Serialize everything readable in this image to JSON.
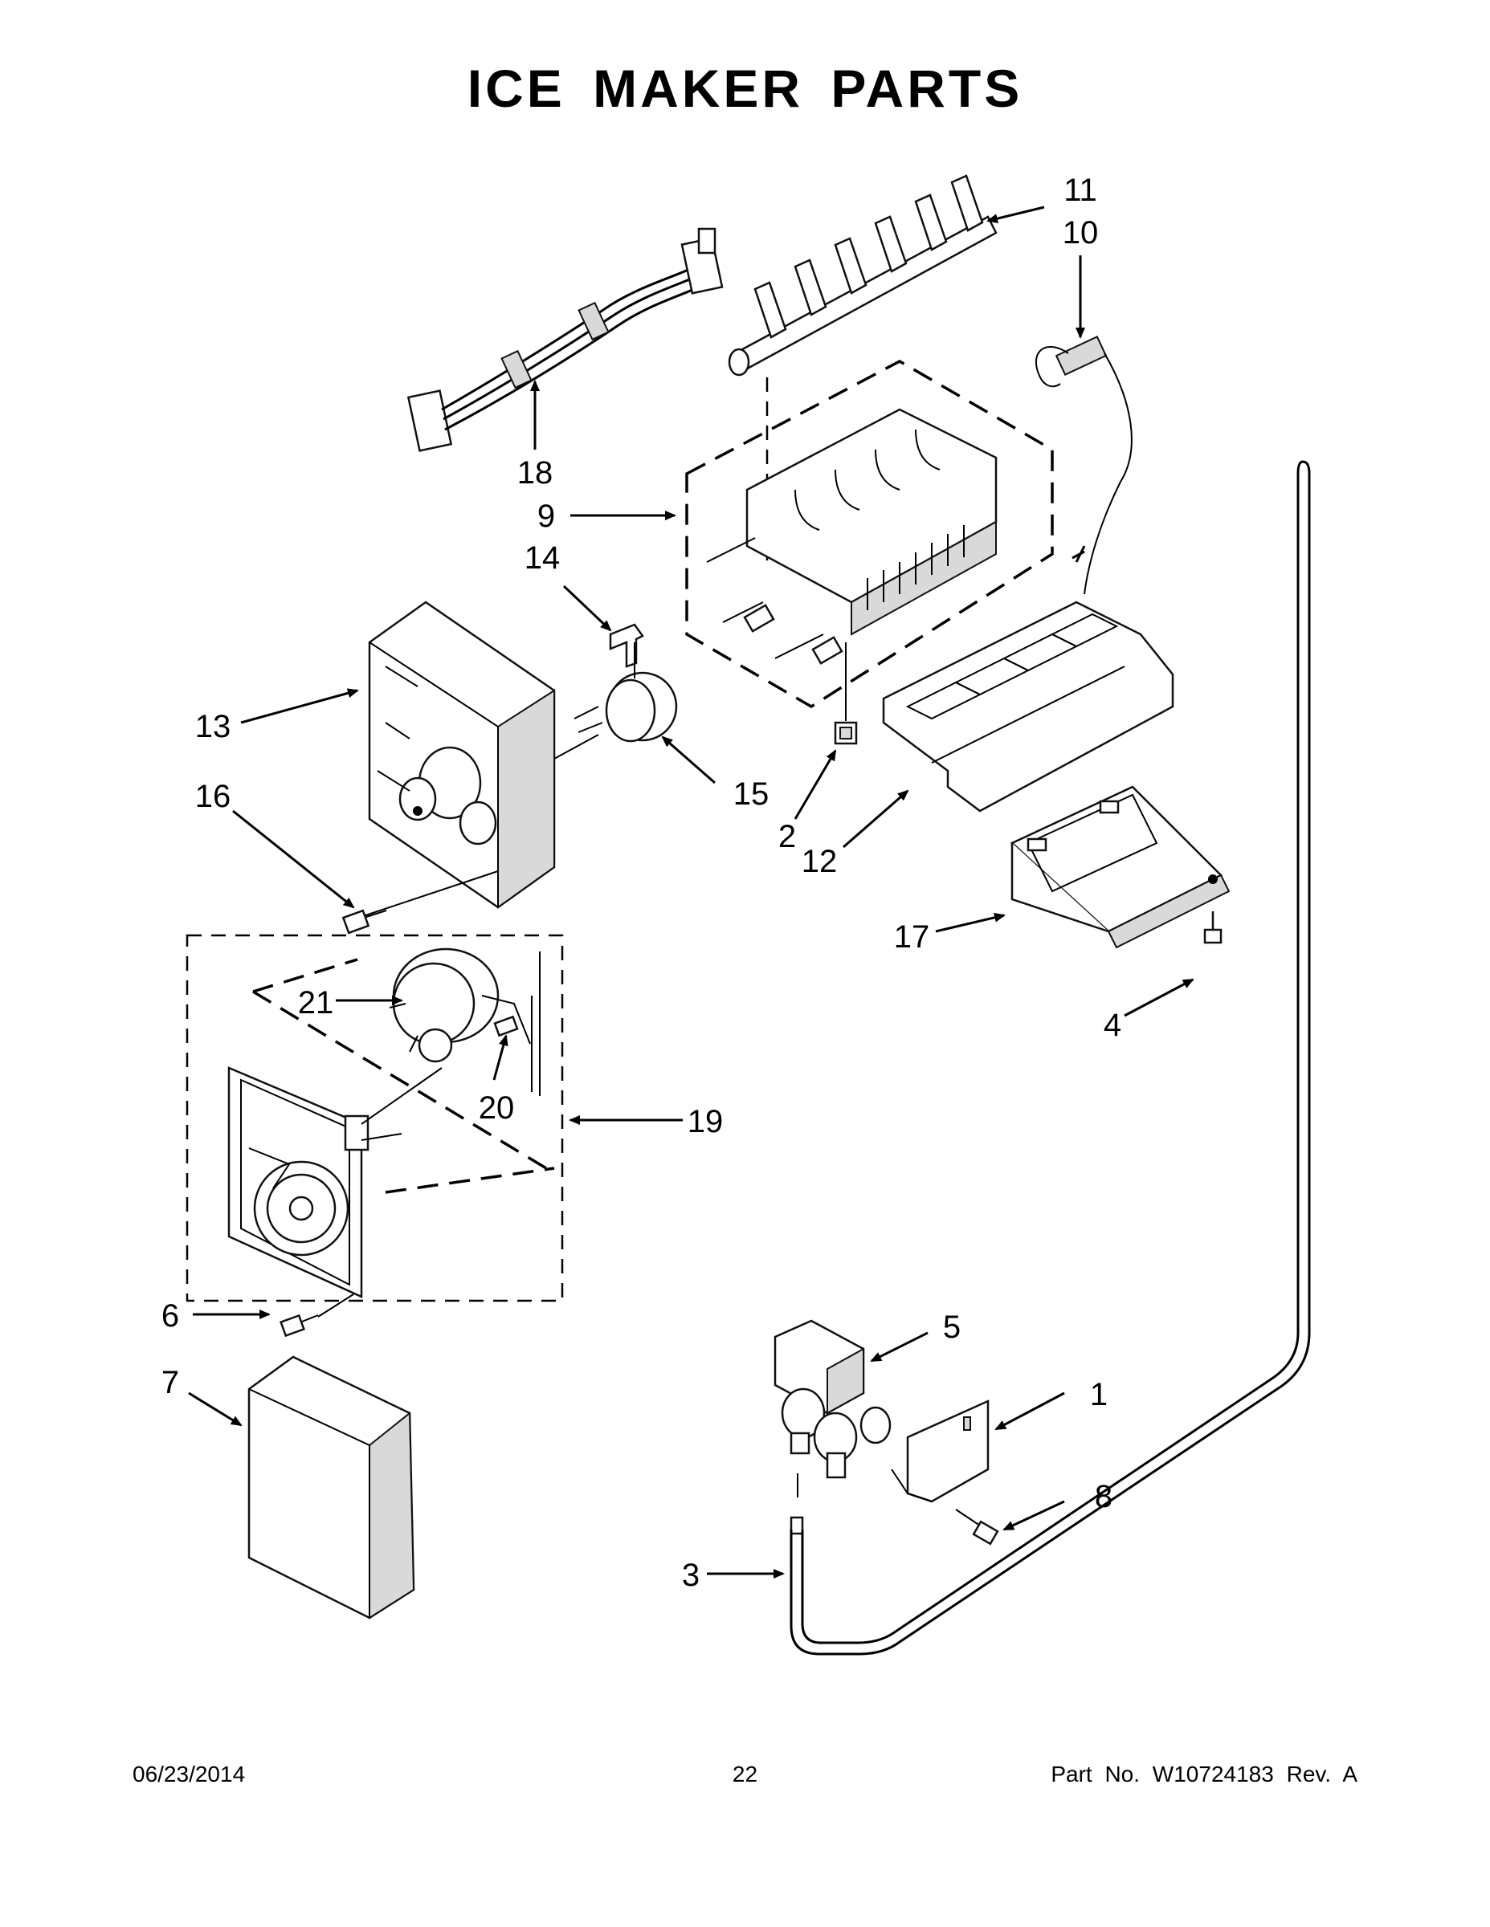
{
  "title": "ICE MAKER PARTS",
  "callouts": [
    "1",
    "2",
    "3",
    "4",
    "5",
    "6",
    "7",
    "8",
    "9",
    "10",
    "11",
    "12",
    "13",
    "14",
    "15",
    "16",
    "17",
    "18",
    "19",
    "20",
    "21"
  ],
  "footer": {
    "date": "06/23/2014",
    "page": "22",
    "part_no": "Part No.  W10724183  Rev.  A"
  }
}
